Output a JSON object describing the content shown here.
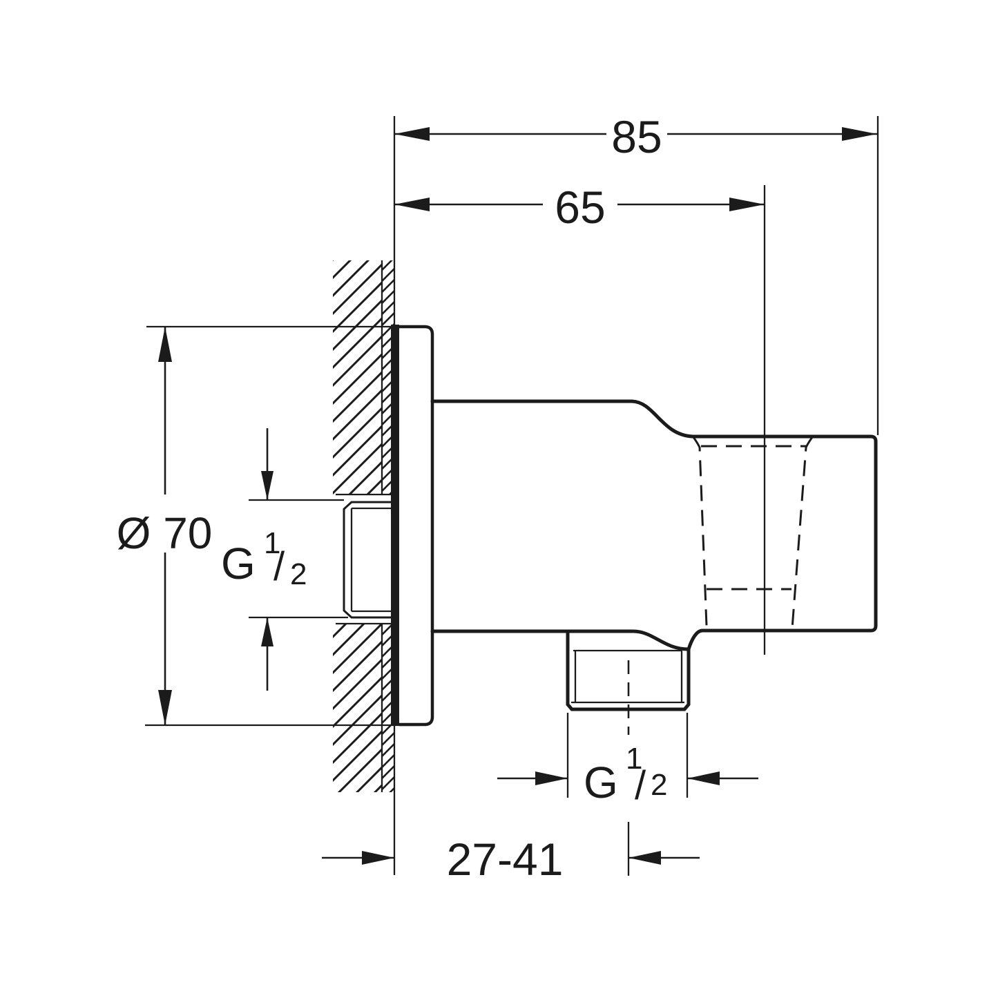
{
  "page": {
    "background": "#ffffff"
  },
  "colors": {
    "line": "#1b1b1b"
  },
  "dimensions": {
    "total_depth": "85",
    "holder_axis_depth": "65",
    "escutcheon_diameter": "Ø 70",
    "wall_depth_range": "27-41",
    "wall_thread": {
      "letter": "G",
      "numerator": "1",
      "slash": "/",
      "denominator": "2"
    },
    "outlet_thread": {
      "letter": "G",
      "numerator": "1",
      "slash": "/",
      "denominator": "2"
    }
  }
}
